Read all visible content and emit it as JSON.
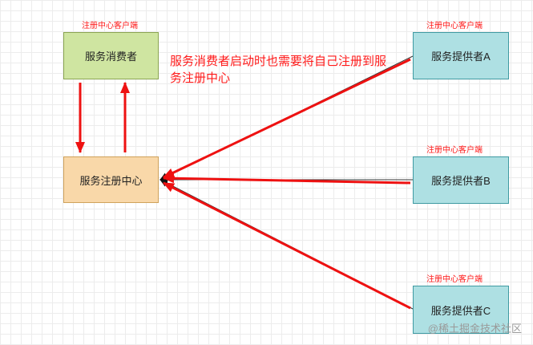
{
  "client_label": "注册中心客户端",
  "nodes": {
    "consumer": "服务消费者",
    "registry": "服务注册中心",
    "provider_a": "服务提供者A",
    "provider_b": "服务提供者B",
    "provider_c": "服务提供者C"
  },
  "annotation": "服务消费者启动时也需要将自己注册到服务注册中心",
  "watermark": "@稀土掘金技术社区",
  "colors": {
    "consumer_fill": "#cfe5a1",
    "registry_fill": "#f9d8a9",
    "provider_fill": "#aee0e3",
    "arrow": "#ee1111",
    "label_text": "#ff1a1a"
  }
}
